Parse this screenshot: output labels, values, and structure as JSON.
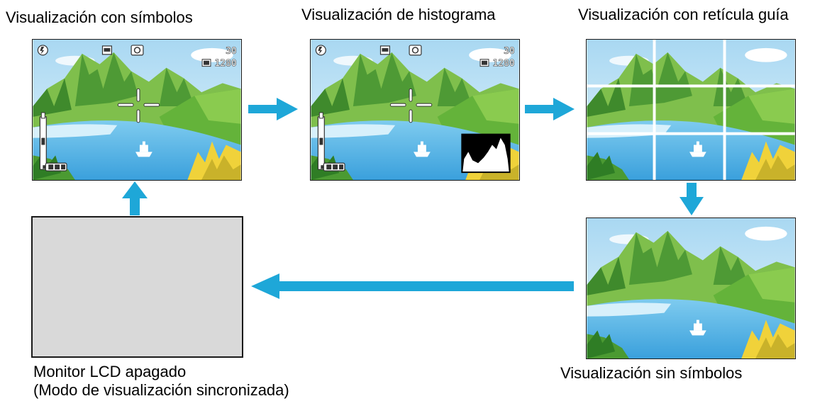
{
  "labels": {
    "with_symbols": "Visualización con símbolos",
    "histogram": "Visualización de histograma",
    "grid_guide": "Visualización con retícula guía",
    "no_symbols": "Visualización sin símbolos",
    "lcd_off_line1": "Monitor LCD apagado",
    "lcd_off_line2": "(Modo de visualización sincronizada)"
  },
  "osd": {
    "shots_remaining": "30",
    "image_size": "1280"
  },
  "colors": {
    "arrow": "#1ea7d8",
    "sky": "#c6e6f7",
    "lake": "#4fb4e6",
    "mountain": "#5cae3c",
    "lcd_off": "#d9d9d9"
  },
  "icons": [
    "flash-auto-icon",
    "sd-card-icon",
    "camera-mode-icon",
    "image-quality-icon",
    "zoom-bar-icon",
    "battery-icon",
    "focus-frame-icon",
    "histogram-icon",
    "boat-icon",
    "arrow-icon"
  ]
}
